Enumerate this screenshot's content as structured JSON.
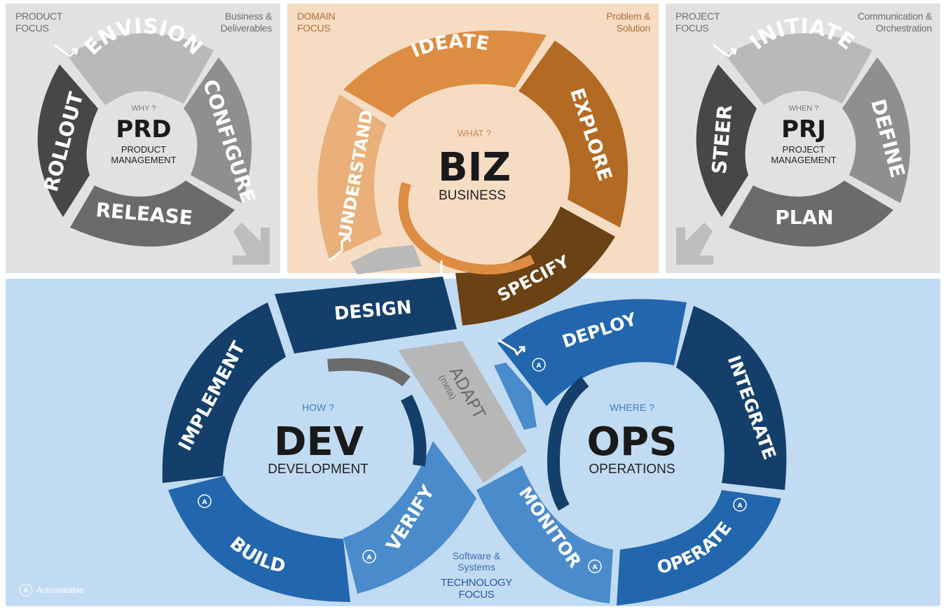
{
  "colors": {
    "prd_bg": "#e1e1e1",
    "biz_bg": "#f6dcc3",
    "prj_bg": "#e1e1e1",
    "tech_bg": "#c1dbf3",
    "gray_light": "#b9b9b9",
    "gray_mid": "#8f8f8f",
    "gray_dark": "#6b6b6b",
    "gray_darker": "#474747",
    "orange_light": "#e9b07a",
    "orange": "#dc8d41",
    "orange_dark": "#b36a22",
    "brown": "#6b4214",
    "navy": "#143f6b",
    "blue": "#2266ae",
    "blue_light": "#4a8bcb",
    "adapt_gray": "#b7b7b7"
  },
  "prd": {
    "focus_label": [
      "PRODUCT",
      "FOCUS"
    ],
    "aspect_label": [
      "Business &",
      "Deliverables"
    ],
    "question": "WHY ?",
    "code": "PRD",
    "name": [
      "PRODUCT",
      "MANAGEMENT"
    ],
    "segments": [
      "ENVISION",
      "CONFIGURE",
      "RELEASE",
      "ROLLOUT"
    ]
  },
  "biz": {
    "focus_label": [
      "DOMAIN",
      "FOCUS"
    ],
    "aspect_label": [
      "Problem &",
      "Solution"
    ],
    "question": "WHAT ?",
    "code": "BIZ",
    "name": "BUSINESS",
    "segments": [
      "IDEATE",
      "EXPLORE",
      "SPECIFY",
      "UNDERSTAND"
    ]
  },
  "prj": {
    "focus_label": [
      "PROJECT",
      "FOCUS"
    ],
    "aspect_label": [
      "Communication &",
      "Orchestration"
    ],
    "question": "WHEN ?",
    "code": "PRJ",
    "name": [
      "PROJECT",
      "MANAGEMENT"
    ],
    "segments": [
      "INITIATE",
      "DEFINE",
      "PLAN",
      "STEER"
    ]
  },
  "dev": {
    "question": "HOW ?",
    "code": "DEV",
    "name": "DEVELOPMENT",
    "segments": [
      "DESIGN",
      "IMPLEMENT",
      "BUILD",
      "VERIFY"
    ]
  },
  "ops": {
    "question": "WHERE ?",
    "code": "OPS",
    "name": "OPERATIONS",
    "segments": [
      "DEPLOY",
      "INTEGRATE",
      "OPERATE",
      "MONITOR"
    ]
  },
  "adapt": {
    "label": "ADAPT",
    "sub": "(meta)"
  },
  "tech": {
    "aspect_label": [
      "Software &",
      "Systems"
    ],
    "focus_label": [
      "TECHNOLOGY",
      "FOCUS"
    ]
  },
  "legend": {
    "badge": "A",
    "label": "Automatable"
  }
}
